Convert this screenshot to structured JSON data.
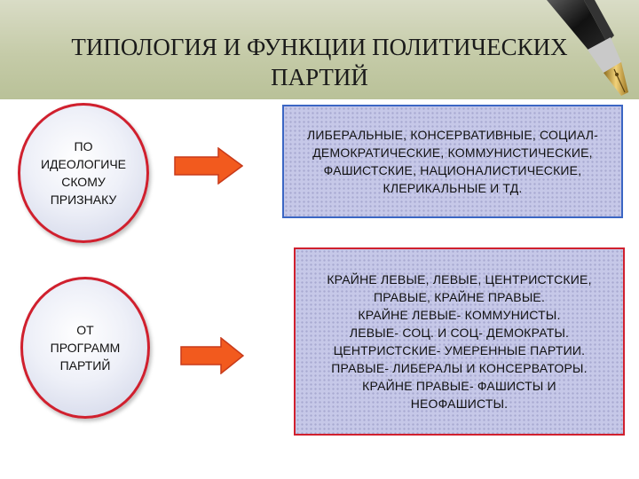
{
  "slide": {
    "title": "ТИПОЛОГИЯ И ФУНКЦИИ  ПОЛИТИЧЕСКИХ\nПАРТИЙ"
  },
  "criteria": [
    {
      "label": "ПО\nИДЕОЛОГИЧЕ\nСКОМУ\nПРИЗНАКУ"
    },
    {
      "label": "ОТ\nПРОГРАММ\nПАРТИЙ"
    }
  ],
  "types": [
    {
      "text": "ЛИБЕРАЛЬНЫЕ, КОНСЕРВАТИВНЫЕ,  СОЦИАЛ-\nДЕМОКРАТИЧЕСКИЕ, КОММУНИСТИЧЕСКИЕ,\nФАШИСТСКИЕ, НАЦИОНАЛИСТИЧЕСКИЕ,\nКЛЕРИКАЛЬНЫЕ И ТД."
    },
    {
      "text": "КРАЙНЕ ЛЕВЫЕ,  ЛЕВЫЕ, ЦЕНТРИСТСКИЕ,\nПРАВЫЕ,  КРАЙНЕ ПРАВЫЕ.\nКРАЙНЕ ЛЕВЫЕ- КОММУНИСТЫ.\nЛЕВЫЕ- СОЦ.  И СОЦ- ДЕМОКРАТЫ.\nЦЕНТРИСТСКИЕ-  УМЕРЕННЫЕ ПАРТИИ.\nПРАВЫЕ- ЛИБЕРАЛЫ И КОНСЕРВАТОРЫ.\nКРАЙНЕ ПРАВЫЕ-  ФАШИСТЫ И\nНЕОФАШИСТЫ."
    }
  ],
  "colors": {
    "arrow_fill": "#f25a1e",
    "circle_border": "#d0202e",
    "box1_border": "#3b66c4",
    "box2_border": "#d0202e",
    "box_fill": "#c6c8e8"
  },
  "icons": {
    "decoration": "fountain-pen-icon",
    "connector": "right-arrow-icon"
  }
}
